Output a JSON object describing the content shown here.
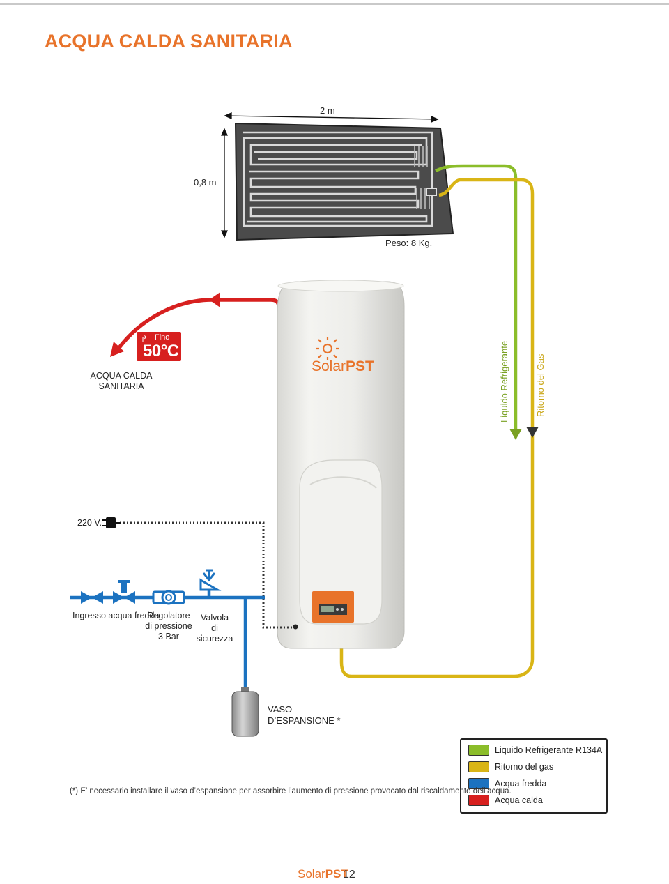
{
  "page": {
    "title": "ACQUA CALDA SANITARIA",
    "number": "12"
  },
  "panel": {
    "width_label": "2 m",
    "height_label": "0,8 m",
    "weight_label": "Peso: 8 Kg."
  },
  "hot_water": {
    "label_line1": "ACQUA CALDA",
    "label_line2": "SANITARIA",
    "badge_top": "Fino",
    "badge_temp": "50°C"
  },
  "lines": {
    "refrigerant_label": "Liquido  Refrigerante",
    "gas_return_label": "Ritorno del Gas"
  },
  "power": {
    "label": "220 V."
  },
  "inlet": {
    "cold_water_label": "Ingresso acqua fredda",
    "regulator_line1": "Regolatore",
    "regulator_line2": "di pressione",
    "regulator_line3": "3 Bar",
    "valve_line1": "Valvola",
    "valve_line2": "di",
    "valve_line3": "sicurezza"
  },
  "expansion": {
    "line1": "VASO",
    "line2": "D’ESPANSIONE *"
  },
  "brand": {
    "solar": "Solar",
    "pst": "PST"
  },
  "legend": {
    "items": [
      {
        "label": "Liquido Refrigerante R134A",
        "color": "#8bbd2a"
      },
      {
        "label": "Ritorno del gas",
        "color": "#d9b516"
      },
      {
        "label": "Acqua fredda",
        "color": "#1b72c0"
      },
      {
        "label": "Acqua calda",
        "color": "#d7201f"
      }
    ]
  },
  "footnote": "(*) E’ necessario installare il vaso d’espansione per assorbire l’aumento di pressione provocato dal riscaldamento dell’acqua.",
  "colors": {
    "orange": "#e8732a",
    "refrigerant": "#8bbd2a",
    "gas": "#d9b516",
    "cold": "#1b72c0",
    "hot": "#d7201f"
  }
}
